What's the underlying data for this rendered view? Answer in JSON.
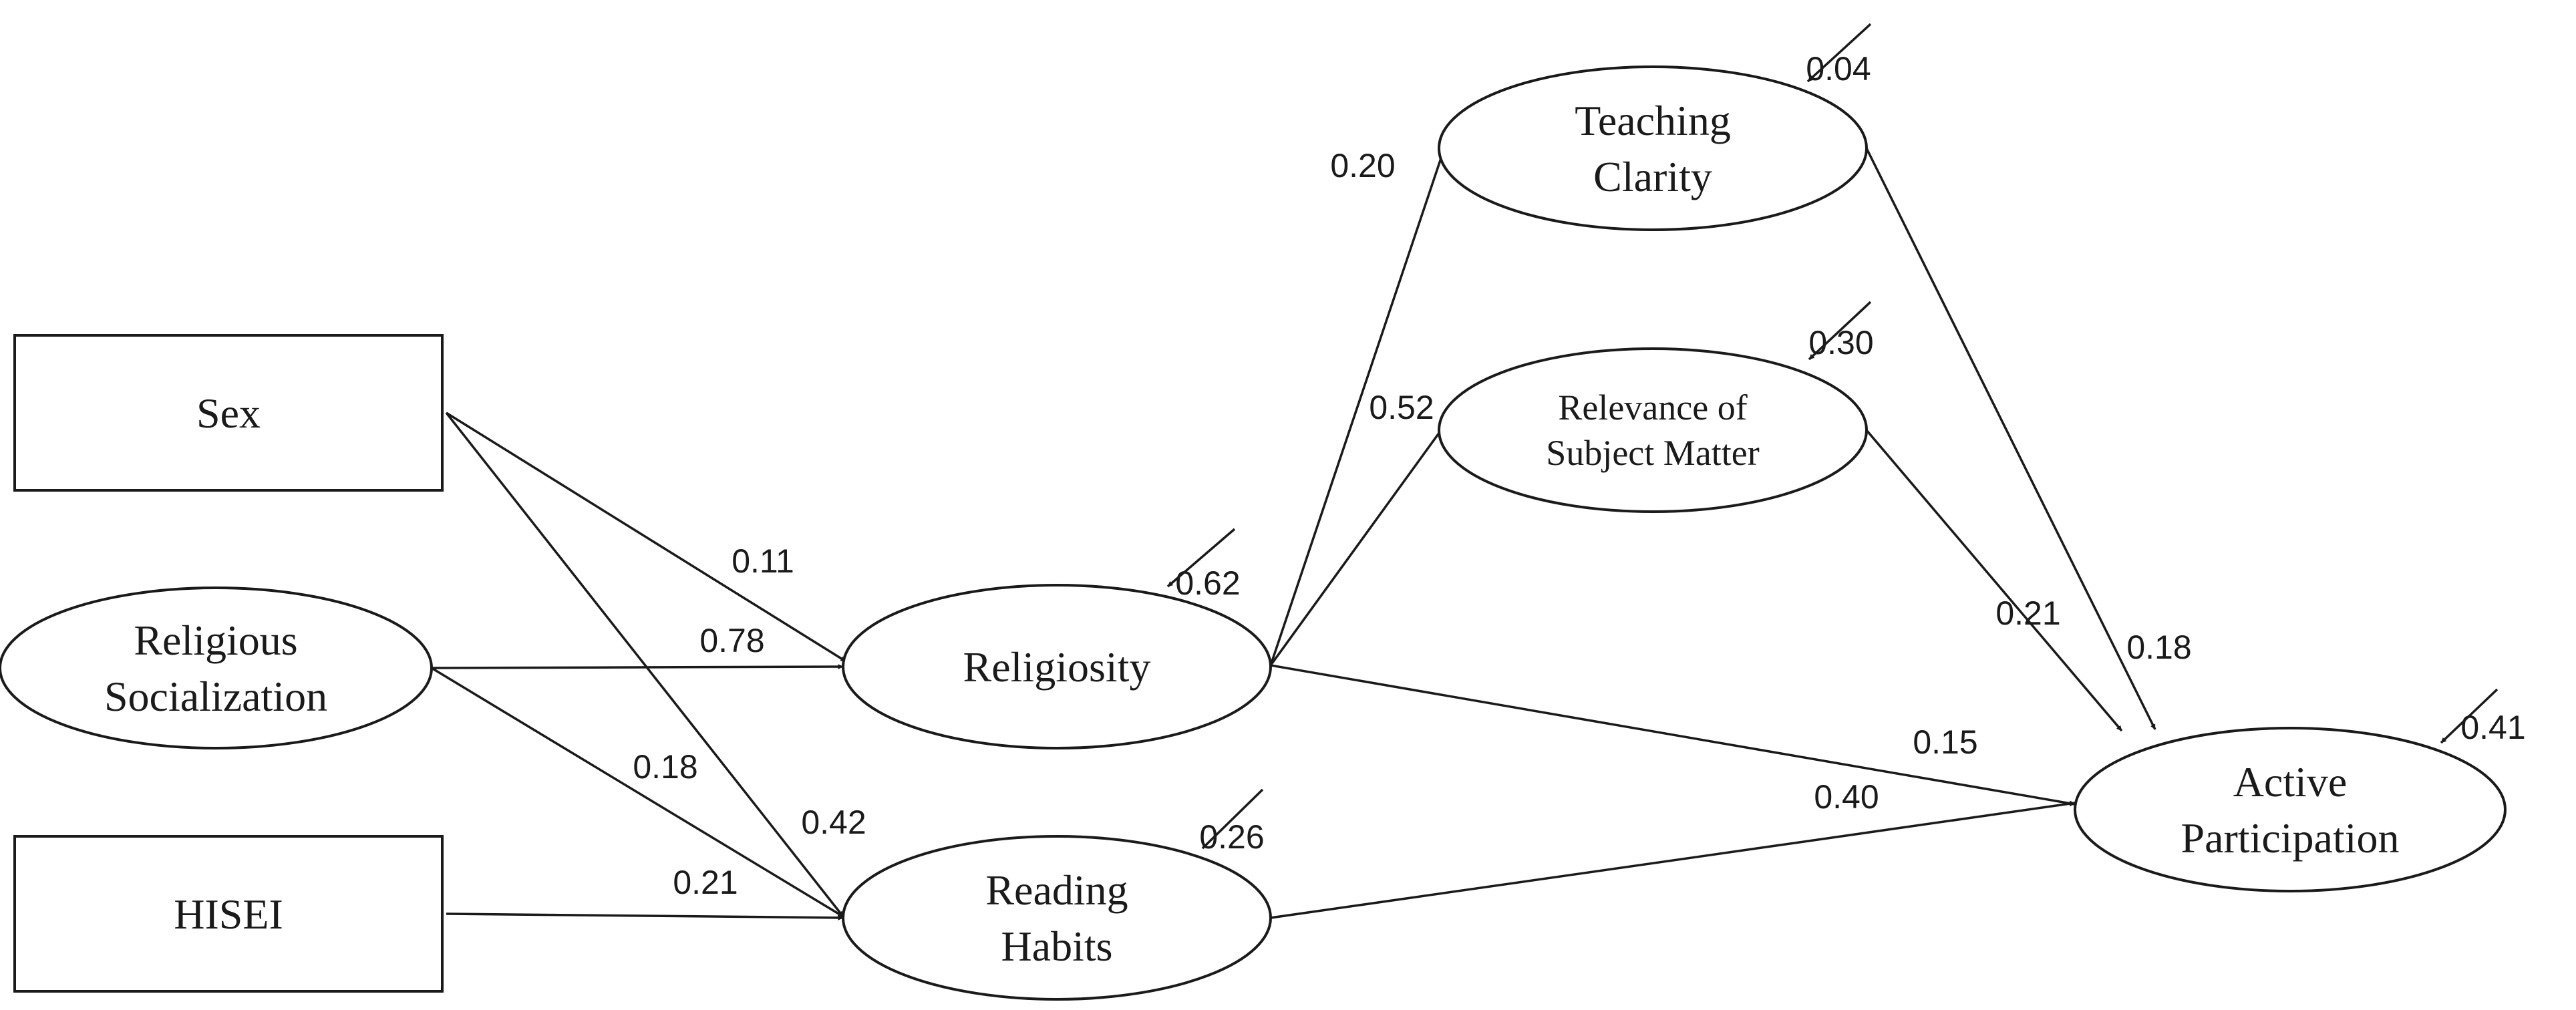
{
  "nodes": [
    {
      "id": "sex",
      "lines": [
        "Sex"
      ]
    },
    {
      "id": "relsoc",
      "lines": [
        "Religious",
        "Socialization"
      ]
    },
    {
      "id": "hisei",
      "lines": [
        "HISEI"
      ]
    },
    {
      "id": "religiosity",
      "lines": [
        "Religiosity"
      ]
    },
    {
      "id": "reading",
      "lines": [
        "Reading",
        "Habits"
      ]
    },
    {
      "id": "teaching",
      "lines": [
        "Teaching",
        "Clarity"
      ]
    },
    {
      "id": "relevance",
      "lines": [
        "Relevance of",
        "Subject Matter"
      ]
    },
    {
      "id": "active",
      "lines": [
        "Active",
        "Participation"
      ]
    }
  ],
  "edges": [
    {
      "from": "sex",
      "to": "religiosity",
      "label": "0.11"
    },
    {
      "from": "sex",
      "to": "reading",
      "label": "0.42"
    },
    {
      "from": "relsoc",
      "to": "religiosity",
      "label": "0.78"
    },
    {
      "from": "relsoc",
      "to": "reading",
      "label": "0.18"
    },
    {
      "from": "hisei",
      "to": "reading",
      "label": "0.21"
    },
    {
      "from": "religiosity",
      "to": "teaching",
      "label": "0.20"
    },
    {
      "from": "religiosity",
      "to": "relevance",
      "label": "0.52"
    },
    {
      "from": "religiosity",
      "to": "active",
      "label": "0.15"
    },
    {
      "from": "reading",
      "to": "active",
      "label": "0.40"
    },
    {
      "from": "relevance",
      "to": "active",
      "label": "0.21"
    },
    {
      "from": "teaching",
      "to": "active",
      "label": "0.18"
    }
  ],
  "residuals": [
    {
      "node": "religiosity",
      "label": "0.62"
    },
    {
      "node": "reading",
      "label": "0.26"
    },
    {
      "node": "teaching",
      "label": "0.04"
    },
    {
      "node": "relevance",
      "label": "0.30"
    },
    {
      "node": "active",
      "label": "0.41"
    }
  ]
}
